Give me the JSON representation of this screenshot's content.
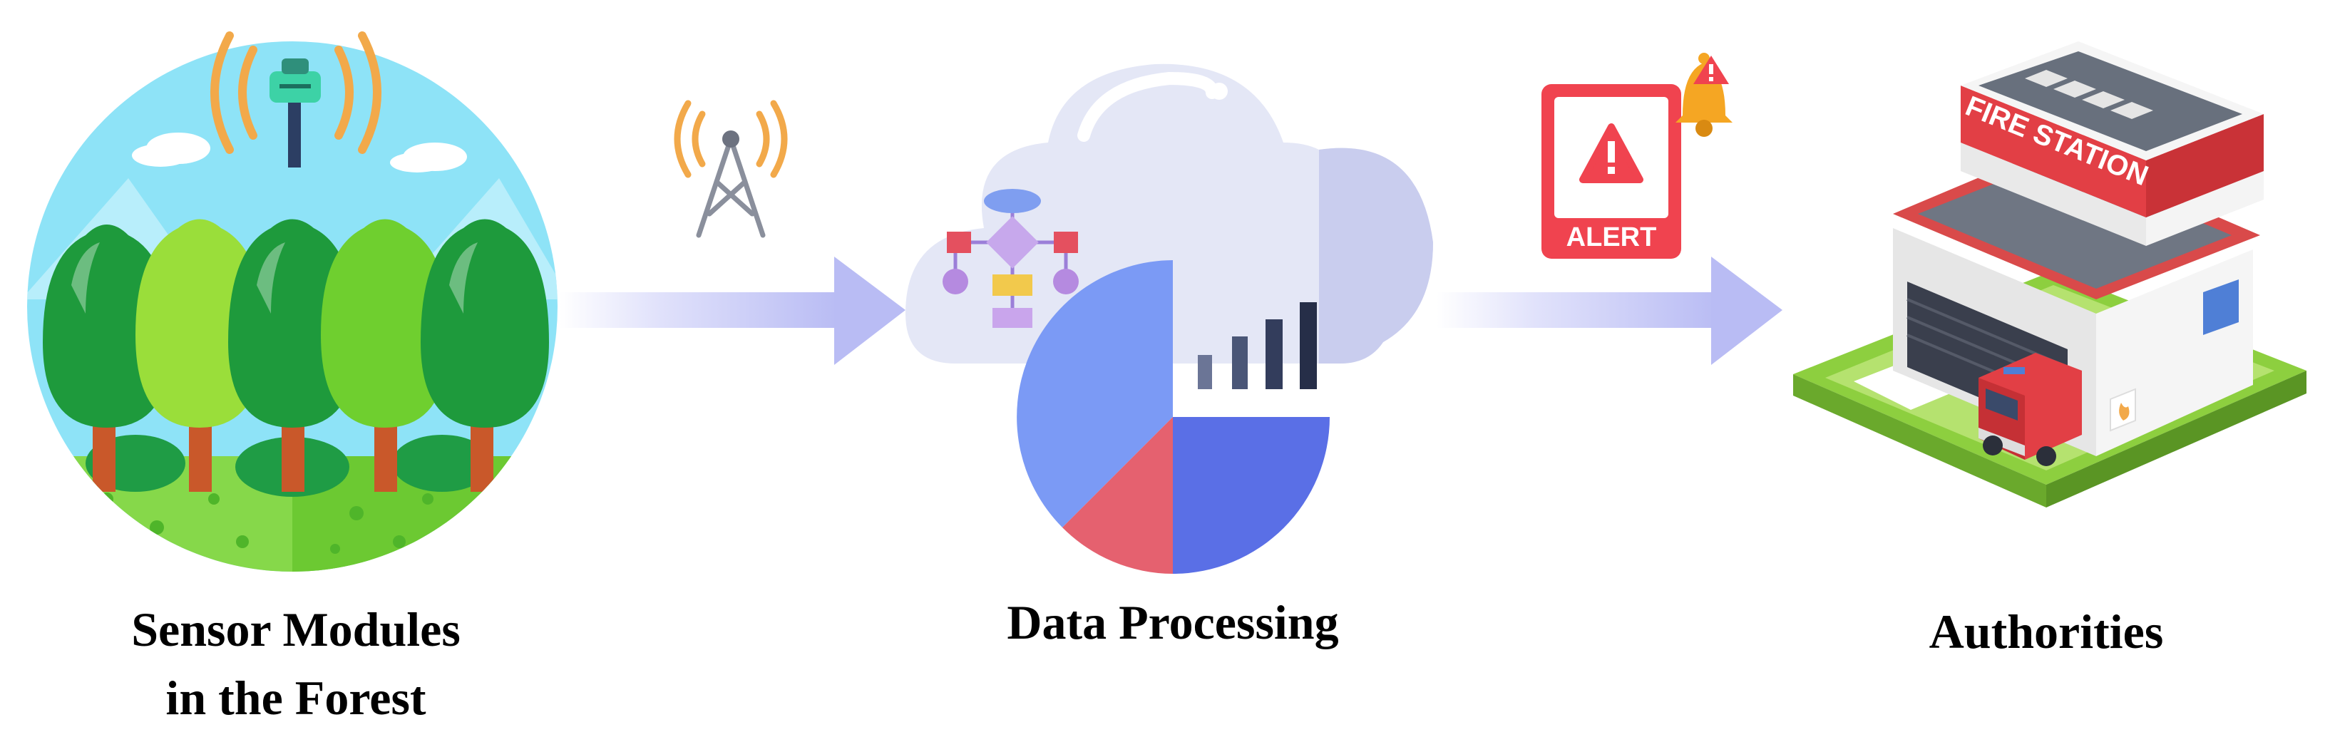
{
  "diagram": {
    "nodes": [
      {
        "id": "sensor",
        "label_lines": [
          "Sensor Modules",
          "in the Forest"
        ]
      },
      {
        "id": "processing",
        "label_lines": [
          "Data Processing"
        ]
      },
      {
        "id": "authorities",
        "label_lines": [
          "Authorities"
        ]
      }
    ],
    "alert_text": "ALERT",
    "station_sign": "FIRE STATION",
    "flow": [
      "sensor",
      "processing",
      "authorities"
    ]
  },
  "icons": {
    "forest": "forest-circle-icon",
    "sensor": "sensor-antenna-icon",
    "tower": "radio-tower-icon",
    "cloud": "cloud-icon",
    "flowchart": "flowchart-icon",
    "pie": "pie-chart-icon",
    "bars": "bar-chart-icon",
    "alert": "alert-screen-icon",
    "bell": "bell-icon",
    "station": "fire-station-icon"
  },
  "colors": {
    "arrow": "#c7c9f7",
    "sky": "#8ee3f7",
    "tree_dark": "#1e9a3c",
    "tree_light": "#7fd33a",
    "grass": "#7dd33e",
    "signal": "#f2a94a",
    "cloud": "#e4e7f6",
    "pie_blue": "#7b9af5",
    "pie_dark": "#5a6fe6",
    "pie_red": "#e5616f",
    "alert_red": "#f0434f",
    "bell": "#f5a623"
  }
}
